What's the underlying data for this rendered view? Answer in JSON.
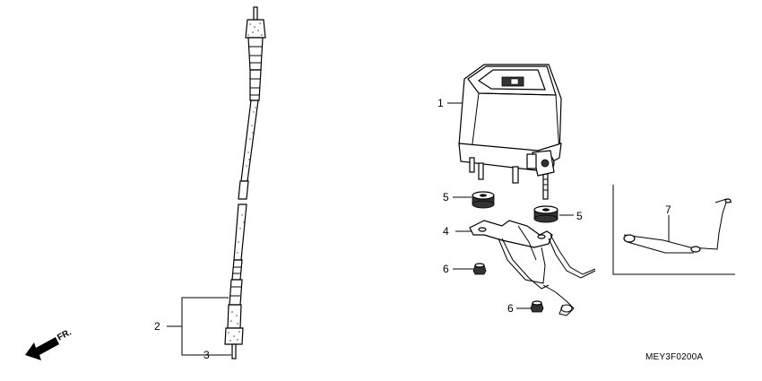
{
  "diagram": {
    "callouts": {
      "c1": "1",
      "c2": "2",
      "c3": "3",
      "c4": "4",
      "c5a": "5",
      "c5b": "5",
      "c6a": "6",
      "c6b": "6",
      "c7": "7"
    },
    "direction_label": "FR.",
    "diagram_code": "MEY3F0200A"
  }
}
